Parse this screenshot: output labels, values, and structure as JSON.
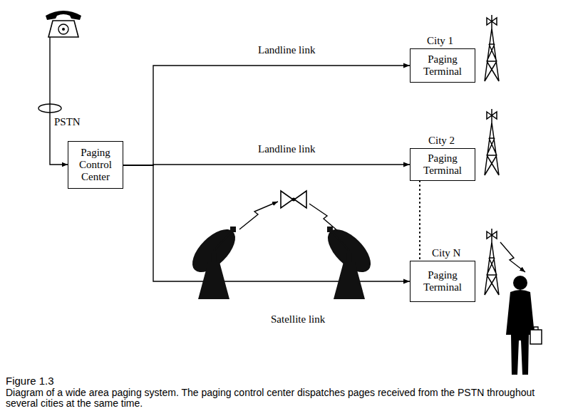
{
  "diagram": {
    "caption": "Diagram of a wide area paging system. The paging control center dispatches pages received from the PSTN throughout several cities at the same time.",
    "nodes": [
      {
        "text": [
          "Paging Control Center"
        ]
      },
      {
        "text": [
          "City 1",
          "Paging Terminal"
        ]
      },
      {
        "text": [
          "City 2",
          "Paging Terminal"
        ]
      },
      {
        "text": [
          "City N",
          "Paging Terminal"
        ]
      }
    ],
    "edges": [
      {
        "from": 0,
        "to": 1,
        "arrow": "to",
        "label": "Landline link"
      },
      {
        "from": 0,
        "to": 2,
        "arrow": "to",
        "label": "Landline link"
      },
      {
        "from": 0,
        "to": 3,
        "arrow": "to"
      },
      {
        "from": 2,
        "to": 3,
        "arrow": "none"
      }
    ],
    "labels": [
      "PSTN",
      "Satellite link",
      "Figure 1.3"
    ]
  }
}
